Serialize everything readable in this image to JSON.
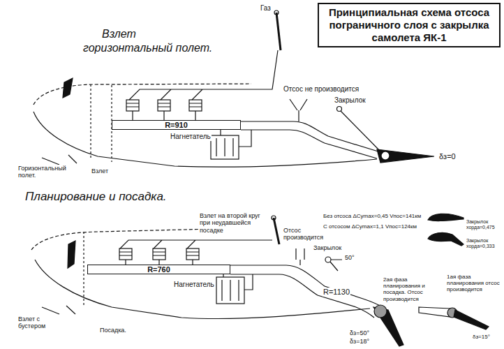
{
  "diagram": {
    "title": "Принципиальная схема отсоса пограничного слоя с закрылка самолета ЯК-1",
    "nodes": [
      {
        "text": [
          "R=910"
        ]
      },
      {
        "text": [
          "R=760"
        ]
      }
    ],
    "labels": [
      "Взлет",
      "горизонтальный полет.",
      "Газ",
      "Отсос не производится",
      "Закрылок",
      "Нагнетатель",
      "δз=0",
      "Горизонтальный полет.",
      "Взлет",
      "Планирование и посадка.",
      "Взлет на второй круг при неудавшейся посадке",
      "Нагнетатель",
      "Отсос производится",
      "Закрылок",
      "50°",
      "R=1130",
      "Без отсоса ΔCymax=0,45 Vпос=141км",
      "С отсосом ΔCymax=1,1 Vпос=124км",
      "Закрылок хорда=0,475",
      "Закрылок хорда=0,333",
      "2ая фаза планирования и посадка. Отсос производится",
      "1ая фаза планирования отсос производится",
      "δз=50°",
      "δз=18°",
      "δз=15°",
      "Взлет с бустером",
      "Посадка."
    ]
  }
}
